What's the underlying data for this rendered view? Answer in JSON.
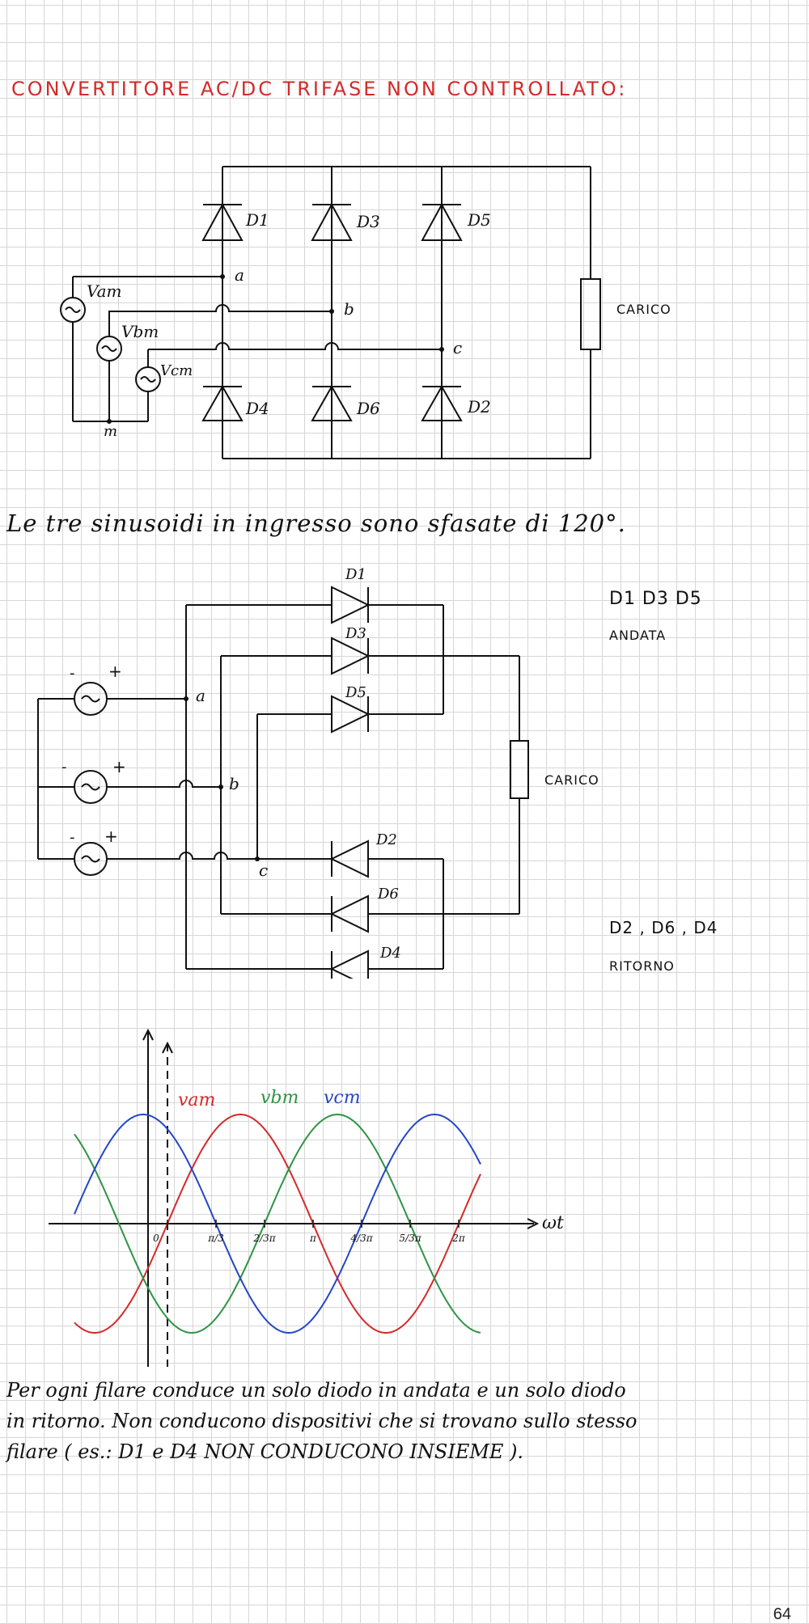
{
  "title": "CONVERTITORE  AC/DC   TRIFASE   NON  CONTROLLATO:",
  "circuit1": {
    "diodes": [
      "D1",
      "D3",
      "D5",
      "D4",
      "D6",
      "D2"
    ],
    "sources": [
      "Vam",
      "Vbm",
      "Vcm"
    ],
    "nodes": [
      "a",
      "b",
      "c"
    ],
    "neutral": "m",
    "load": "CARICO"
  },
  "sentence1": "Le   tre   sinusoidi   in   ingresso   sono   sfasate   di  120°.",
  "circuit2": {
    "forward_diodes": [
      "D1",
      "D3",
      "D5"
    ],
    "return_diodes": [
      "D2",
      "D6",
      "D4"
    ],
    "nodes": [
      "a",
      "b",
      "c"
    ],
    "load": "CARICO",
    "polarity_plus": "+",
    "polarity_minus": "-",
    "note_forward_line1": "D1  D3  D5",
    "note_forward_line2": "ANDATA",
    "note_return_line1": "D2 , D6 , D4",
    "note_return_line2": "RITORNO"
  },
  "chart_data": {
    "type": "line",
    "xlabel": "ωt",
    "x_ticks": [
      "0",
      "π/3",
      "2/3π",
      "π",
      "4/3π",
      "5/3π",
      "2π"
    ],
    "series": [
      {
        "name": "vam",
        "color": "#d42a2a",
        "phase_deg": 0
      },
      {
        "name": "vbm",
        "color": "#2e9444",
        "phase_deg": -120
      },
      {
        "name": "vcm",
        "color": "#2447c4",
        "phase_deg": 120
      }
    ]
  },
  "paragraph": [
    "Per  ogni  filare  conduce  un  solo  diodo  in  andata  e  un  solo  diodo",
    "in  ritorno.  Non  conducono  dispositivi  che  si  trovano  sullo  stesso",
    "filare  ( es.:  D1 e D4  NON  CONDUCONO  INSIEME )."
  ],
  "page_number": "64"
}
